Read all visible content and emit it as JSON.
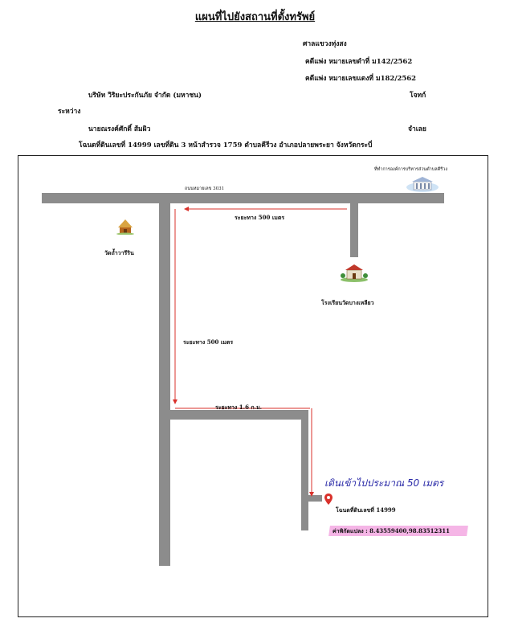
{
  "header": {
    "title": "แผนที่ไปยังสถานที่ตั้งทรัพย์",
    "court": "ศาลแขวงทุ่งสง",
    "black_case": "คดีแพ่ง หมายเลขดำที่ ม142/2562",
    "red_case": "คดีแพ่ง หมายเลขแดงที่ ม182/2562",
    "plaintiff": "บริษัท วิริยะประกันภัย จำกัด (มหาชน)",
    "plaintiff_role": "โจทก์",
    "between": "ระหว่าง",
    "defendant": "นายณรงค์ศักดิ์ ส้มผิว",
    "defendant_role": "จำเลย",
    "deed": "โฉนดที่ดินเลขที่ 14999 เลขที่ดิน 3 หน้าสำรวจ 1759 ตำบลคีรีวง อำเภอปลายพระยา จังหวัดกระบี่"
  },
  "map": {
    "office_label": "ที่ทำการองค์การบริหารส่วนตำบลคีรีวง",
    "road_label": "ถนนหมายเลข 3031",
    "dist_top": "ระยะทาง 500 เมตร",
    "temple_label": "วัดถ้ำวารีริน",
    "school_label": "โรงเรียนวัดบางเหลียว",
    "dist_left": "ระยะทาง 500 เมตร",
    "dist_bottom": "ระยะทาง 1.6 ก.ม.",
    "handwritten_note": "เดินเข้าไปประมาณ 50 เมตร",
    "deed_label": "โฉนดที่ดินเลขที่ 14999",
    "coords": "ค่าพิกัดแปลง : 8.43559400,98.83512311",
    "arrow_color": "#d9312b",
    "road_color": "#8c8c8c",
    "highlight_color": "#f5b5e6"
  }
}
